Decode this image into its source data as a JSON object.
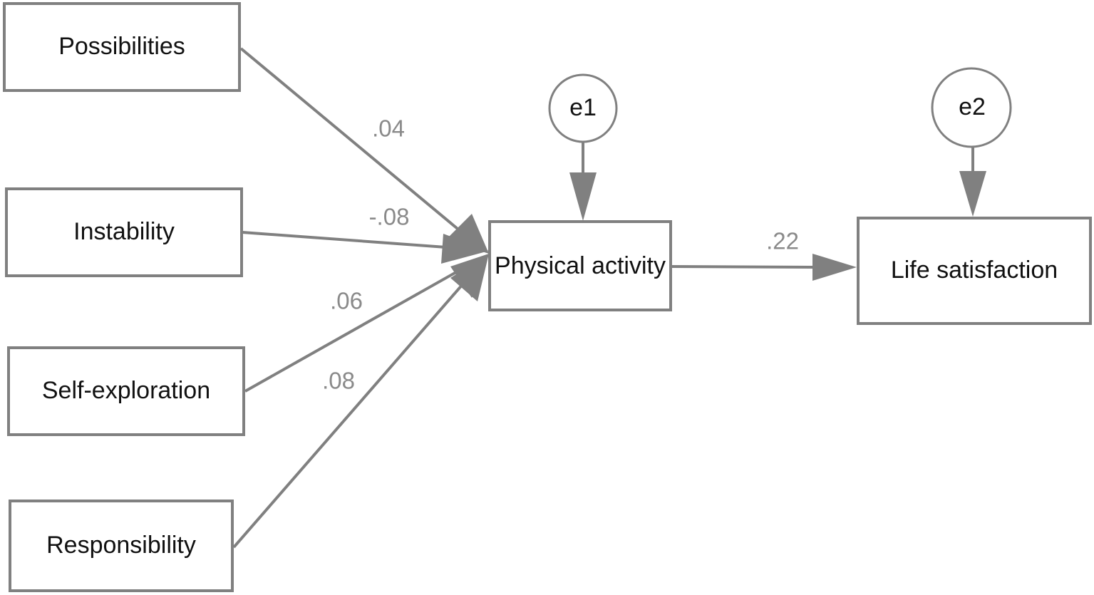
{
  "nodes": {
    "possibilities": "Possibilities",
    "instability": "Instability",
    "self_exploration": "Self-exploration",
    "responsibility": "Responsibility",
    "physical_activity": "Physical activity",
    "life_satisfaction": "Life satisfaction",
    "e1": "e1",
    "e2": "e2"
  },
  "paths": {
    "possibilities_to_pa": ".04",
    "instability_to_pa": "-.08",
    "self_exploration_to_pa": ".06",
    "responsibility_to_pa": ".08",
    "pa_to_ls": ".22"
  },
  "colors": {
    "stroke": "#808080",
    "coefficient_text": "#8a8a8a"
  }
}
